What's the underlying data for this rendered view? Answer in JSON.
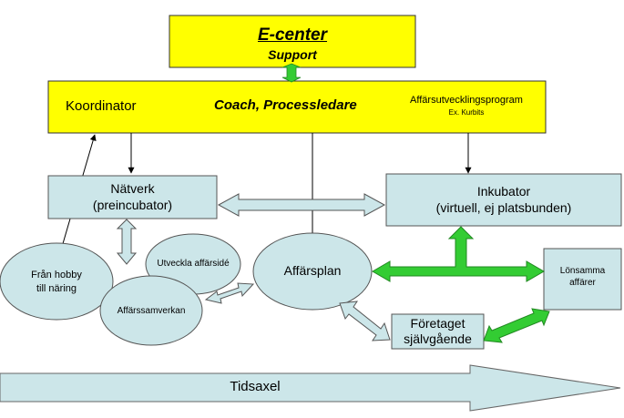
{
  "ecenter": {
    "title": "E-center",
    "subtitle": "Support"
  },
  "coordinator_bar": {
    "left_label": "Koordinator",
    "center_label": "Coach, Processledare",
    "right_label": "Affärsutvecklingsprogram",
    "right_sublabel": "Ex. Kurbits"
  },
  "natverk": {
    "line1": "Nätverk",
    "line2": "(preincubator)"
  },
  "inkubator": {
    "line1": "Inkubator",
    "line2": "(virtuell, ej platsbunden)"
  },
  "fran_hobby": {
    "line1": "Från hobby",
    "line2": "till näring"
  },
  "utveckla": {
    "label": "Utveckla affärsidé"
  },
  "affarssamverkan": {
    "label": "Affärssamverkan"
  },
  "affarsplan": {
    "label": "Affärsplan"
  },
  "lonsamma": {
    "line1": "Lönsamma",
    "line2": "affärer"
  },
  "foretaget": {
    "line1": "Företaget",
    "line2": "självgående"
  },
  "tidsaxel": {
    "label": "Tidsaxel"
  },
  "colors": {
    "yellow": "#ffff00",
    "box_fill": "#cce6e9",
    "green_arrow": "#33cc33",
    "outline": "#555555"
  }
}
